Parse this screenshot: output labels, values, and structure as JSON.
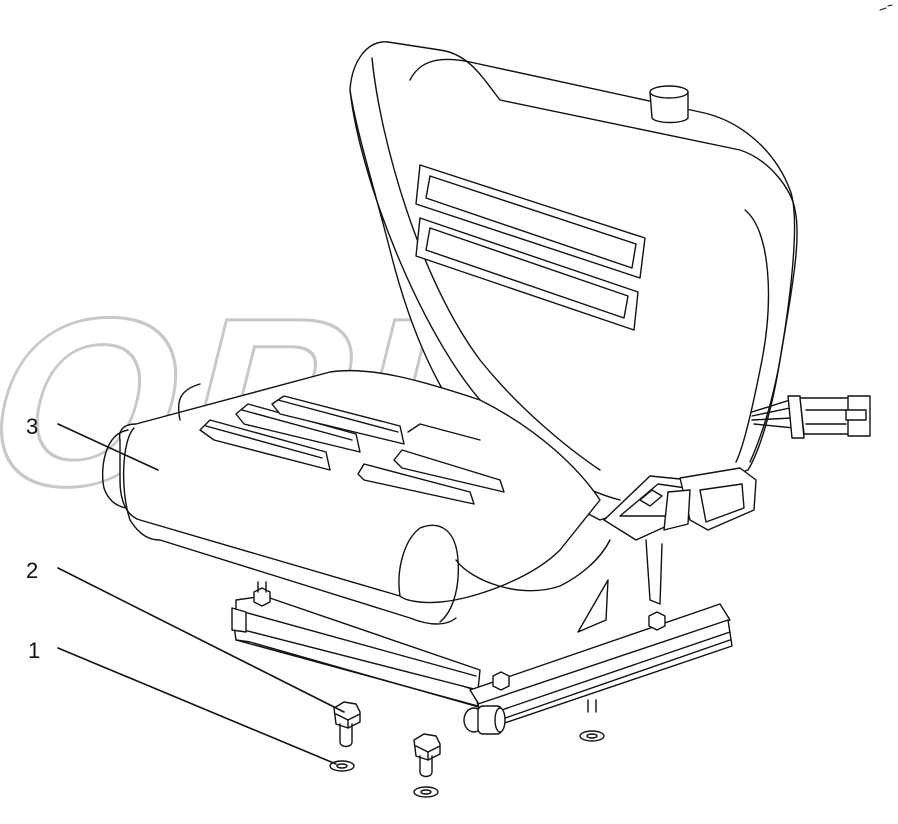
{
  "watermark": {
    "text": "OPEX",
    "color": "#c8c8c8"
  },
  "callouts": [
    {
      "number": "3"
    },
    {
      "number": "2"
    },
    {
      "number": "1"
    }
  ],
  "colors": {
    "line": "#111111",
    "background": "#ffffff"
  },
  "icons": [
    "seat-assembly-drawing",
    "bolt-icon",
    "washer-icon",
    "belt-buckle-icon",
    "connector-plug-icon"
  ]
}
